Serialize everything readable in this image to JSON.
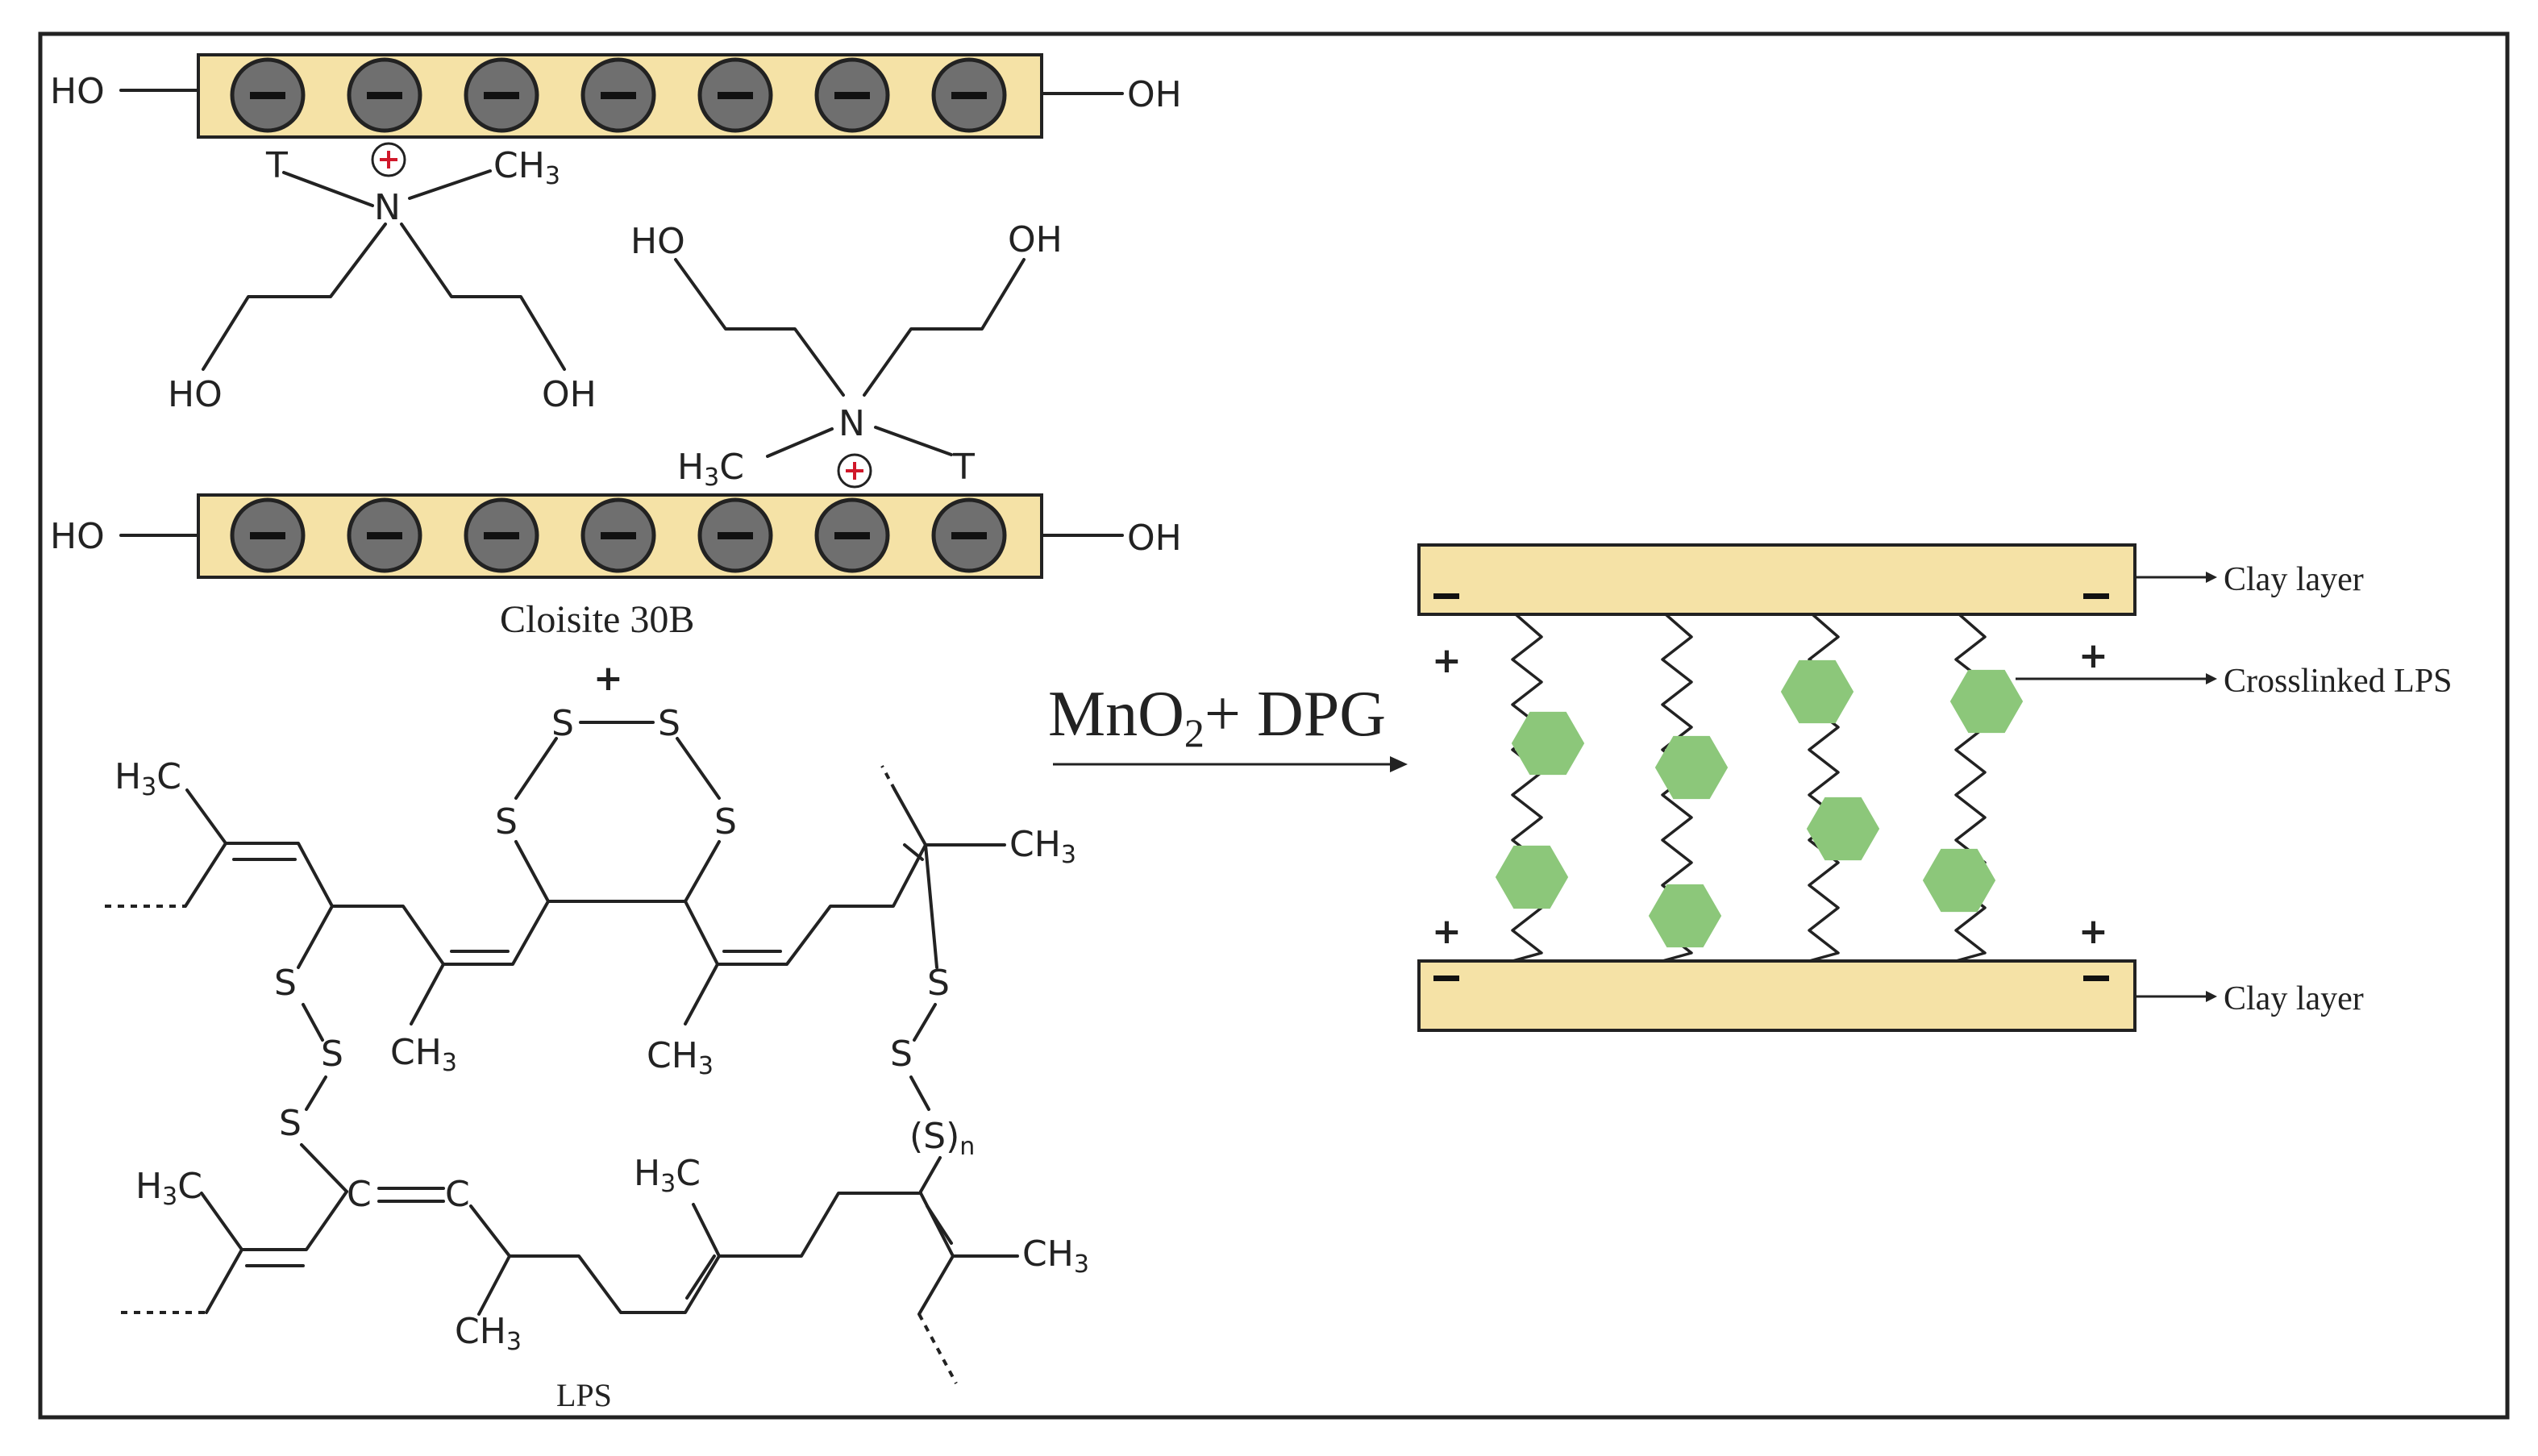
{
  "labels": {
    "ho": "HO",
    "oh": "OH",
    "h3c": "H",
    "h3c_c": "C",
    "ch3": "CH",
    "three": "3",
    "t": "T",
    "n": "N",
    "s": "S",
    "c": "C",
    "s_n": "(S)",
    "n_sub": "n",
    "plus": "+",
    "minus": "−",
    "cloisite": "Cloisite 30B",
    "lps": "LPS",
    "reagent_mno": "MnO",
    "reagent_sub": "2",
    "reagent_rest": "+ DPG",
    "clay_layer_top": "Clay layer",
    "crosslinked": "Crosslinked LPS",
    "clay_layer_bottom": "Clay layer"
  },
  "colors": {
    "clay": "#f5e2a6",
    "charge_circle": "#6f6f6f",
    "cation_plus": "#d0182a",
    "crosslink_hex": "#8cc77a",
    "frame": "#222222"
  },
  "icons": {
    "negative_charge": "minus-in-circle",
    "positive_charge": "plus-in-circle",
    "crosslink_node": "green-hexagon"
  }
}
